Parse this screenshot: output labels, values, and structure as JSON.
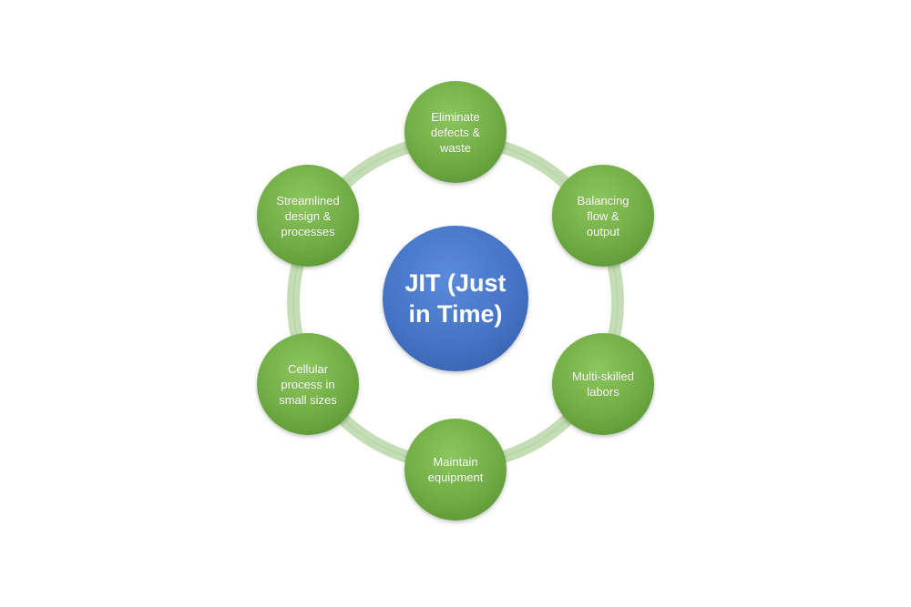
{
  "center": {
    "label": "JIT (Just\nin Time)",
    "color": "#4472C4"
  },
  "ring_color": "#C5DDB5",
  "node_color": "#70AD47",
  "nodes": [
    {
      "label": "Eliminate\ndefects &\nwaste"
    },
    {
      "label": "Balancing\nflow &\noutput"
    },
    {
      "label": "Multi-skilled\nlabors"
    },
    {
      "label": "Maintain\nequipment"
    },
    {
      "label": "Cellular\nprocess in\nsmall sizes"
    },
    {
      "label": "Streamlined\ndesign &\nprocesses"
    }
  ]
}
